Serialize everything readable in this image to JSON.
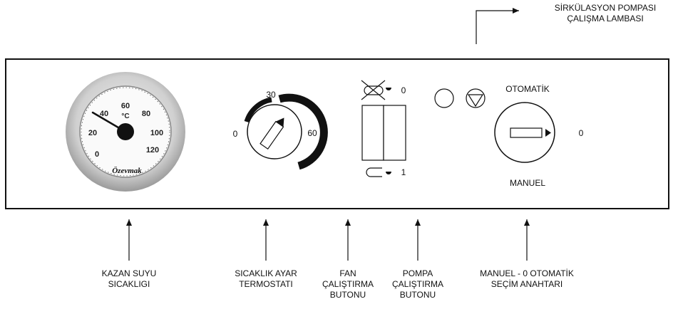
{
  "header_note": {
    "line1": "SİRKÜLASYON POMPASI",
    "line2": "ÇALIŞMA LAMBASI"
  },
  "gauge": {
    "unit": "°C",
    "ticks": [
      "0",
      "20",
      "40",
      "60",
      "80",
      "100",
      "120"
    ],
    "brand": "Özevmak",
    "needle_value_c": 40
  },
  "thermostat": {
    "min": "0",
    "mid": "30",
    "max": "60"
  },
  "fan_switch": {
    "top_state": "0",
    "bottom_state": "1"
  },
  "mode_switch": {
    "top_label": "OTOMATİK",
    "right_label": "0",
    "bottom_label": "MANUEL"
  },
  "callouts": [
    {
      "line1": "KAZAN SUYU",
      "line2": "SICAKLIGI",
      "line3": ""
    },
    {
      "line1": "SICAKLIK AYAR",
      "line2": "TERMOSTATI",
      "line3": ""
    },
    {
      "line1": "FAN",
      "line2": "ÇALIŞTIRMA",
      "line3": "BUTONU"
    },
    {
      "line1": "POMPA",
      "line2": "ÇALIŞTIRMA",
      "line3": "BUTONU"
    },
    {
      "line1": "MANUEL - 0 OTOMATİK",
      "line2": "SEÇİM ANAHTARI",
      "line3": ""
    }
  ]
}
